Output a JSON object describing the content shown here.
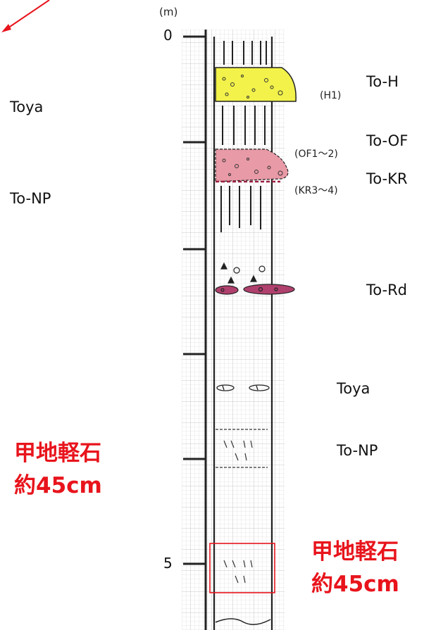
{
  "diagram": {
    "unit_label": "(m)",
    "depth_ticks": [
      {
        "label": "0",
        "depth": 0
      },
      {
        "label": "",
        "depth": 1
      },
      {
        "label": "",
        "depth": 2
      },
      {
        "label": "",
        "depth": 3
      },
      {
        "label": "",
        "depth": 4
      },
      {
        "label": "5",
        "depth": 5
      }
    ],
    "layer_labels": {
      "to_h": "To-H",
      "h1": "(H1)",
      "to_of": "To-OF",
      "of12": "(OF1～2)",
      "to_kr": "To-KR",
      "kr34": "(KR3～4)",
      "to_rd": "To-Rd",
      "toya_right": "Toya",
      "to_np_right": "To-NP"
    },
    "left_labels": {
      "toya": "Toya",
      "to_np": "To-NP"
    },
    "annotation_left": {
      "line1": "甲地軽石",
      "line2": "約45cm"
    },
    "annotation_right": {
      "line1": "甲地軽石",
      "line2": "約45cm"
    },
    "colors": {
      "annotation": "#e8141c",
      "to_h_fill": "#f2f24a",
      "to_kr_fill": "#e89aa6",
      "to_rd_fill": "#b0406e",
      "grid": "#c9c9c9",
      "column_line": "#222222"
    }
  }
}
